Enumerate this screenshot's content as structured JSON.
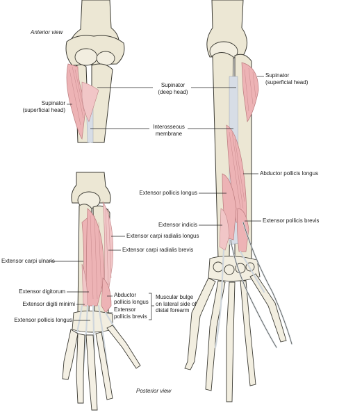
{
  "views": {
    "anterior": "Anterior view",
    "posterior": "Posterior view"
  },
  "labels": {
    "supinator_deep": "Supinator\n(deep head)",
    "supinator_superficial_left": "Supinator\n(superficial head)",
    "supinator_superficial_right": "Supinator\n(superficial head)",
    "interosseous_membrane": "Interosseous\nmembrane",
    "abductor_pollicis_longus_right": "Abductor pollicis longus",
    "extensor_pollicis_longus_right": "Extensor pollicis longus",
    "extensor_pollicis_brevis_right": "Extensor pollicis brevis",
    "extensor_indicis": "Extensor indicis",
    "extensor_carpi_radialis_longus": "Extensor carpi radialis longus",
    "extensor_carpi_radialis_brevis": "Extensor carpi radialis brevis",
    "extensor_carpi_ulnaris": "Extensor carpi ulnaris",
    "extensor_digitorum": "Extensor digitorum",
    "extensor_digiti_minimi": "Extensor digiti minimi",
    "extensor_pollicis_longus_left": "Extensor pollicis longus",
    "abductor_pollicis_longus_left": "Abductor\npollicis longus",
    "extensor_pollicis_brevis_left": "Extensor\npollicis brevis",
    "muscular_bulge": "Muscular bulge\non lateral side of\ndistal forearm"
  }
}
